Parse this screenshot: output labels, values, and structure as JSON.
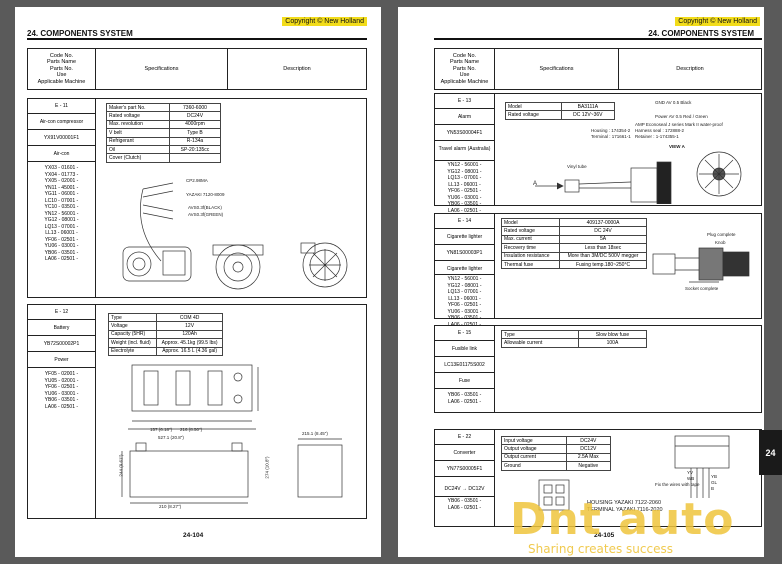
{
  "left": {
    "copyright": "Copyright © New Holland",
    "section_title": "24.  COMPONENTS SYSTEM",
    "header": {
      "code": [
        "Code No.",
        "Parts Name",
        "Parts No.",
        "Use",
        "Applicable Machine"
      ],
      "spec": "Specifications",
      "desc": "Description"
    },
    "block1": {
      "code": "E - 11",
      "name": "Air-con compressor",
      "partno": "YX91V00001F1",
      "use": "Air-con",
      "machines": [
        "YX03 - 01601 -",
        "YX04 - 01773 -",
        "YX05 - 02001 -",
        "YN11 - 45001 -",
        "YG11 - 06001 -",
        "LC10 - 07001 -",
        "YC10 - 03501 -",
        "YN12 - 56001 -",
        "YG12 - 08001 -",
        "LQ13 - 07001 -",
        "LL13 - 06001 -",
        "YF06 - 02501 -",
        "YU06 - 03001 -",
        "YB06 - 03501 -",
        "LA06 - 02501 -"
      ],
      "specs": [
        [
          "Maker's part No.",
          "7360-6000"
        ],
        [
          "Rated voltage",
          "DC24V"
        ],
        [
          "Max. revolution",
          "4000rpm"
        ],
        [
          "V belt",
          "Type B"
        ],
        [
          "Refrigerant",
          "R-134a"
        ],
        [
          "Oil",
          "SP-20:135cc"
        ],
        [
          "Cover (Clutch)",
          ""
        ]
      ],
      "diagram_labels": [
        "CP2.98MA",
        "YAZAKI 7120-8009",
        "AVS0.3f(BLACK)",
        "AVS0.3f(GREEN)"
      ]
    },
    "block2": {
      "code": "E - 12",
      "name": "Battery",
      "partno": "YB72S00002P1",
      "use": "Power",
      "machines": [
        "YF05 - 02001 -",
        "YU05 - 02001 -",
        "YF06 - 02501 -",
        "YU06 - 03001 -",
        "YB06 - 03501 -",
        "LA06 - 02501 -"
      ],
      "specs": [
        [
          "Type",
          "COM 4D"
        ],
        [
          "Voltage",
          "12V"
        ],
        [
          "Capacity (5HR)",
          "120Ah"
        ],
        [
          "Weight (incl. fluid)",
          "Approx. 45.1kg (99.5 lbs)"
        ],
        [
          "Electrolyte",
          "Approx. 16.5 L (4.36 gal)"
        ]
      ],
      "dims": [
        "157.(6.18\")",
        "216.(8.50\")",
        "527.1 (20.8\")",
        "210 (8.27\")",
        "215.1 (8.45\")",
        "244 (9.61\")",
        "274 (10.8\")"
      ]
    },
    "page_number": "24-104"
  },
  "right": {
    "copyright": "Copyright © New Holland",
    "section_title": "24.  COMPONENTS SYSTEM",
    "header": {
      "code": [
        "Code No.",
        "Parts Name",
        "Parts No.",
        "Use",
        "Applicable Machine"
      ],
      "spec": "Specifications",
      "desc": "Description"
    },
    "block1": {
      "code": "E - 13",
      "name": "Alarm",
      "partno": "YN53S00004F1",
      "use": "Travel alarm (Australia)",
      "machines": [
        "YN12 - 56001 -",
        "YG12 - 08001 -",
        "LQ13 - 07001 -",
        "LL13 - 06001 -",
        "YF06 - 02501 -",
        "YU06 - 03001 -",
        "YB06 - 03501 -",
        "LA06 - 02501 -"
      ],
      "specs": [
        [
          "Model",
          "BA3111A"
        ],
        [
          "Rated voltage",
          "DC 12V~36V"
        ]
      ],
      "notes": [
        "GND  AV 0.5 Black",
        "Power  AV 0.5 Red / Green",
        "AMP Econoseal J series  Mark II water-proof",
        "Harness seal : 172888-2",
        "Retainer : 1-174355-1",
        "Housing : 174354-2",
        "Terminal : 171661-1",
        "VIEW A",
        "Vinyl tube"
      ]
    },
    "block2": {
      "code": "E - 14",
      "name": "Cigarette lighter",
      "partno": "YN81S00003P1",
      "use": "Cigarette lighter",
      "machines": [
        "YN12 - 56001 -",
        "YG12 - 08001 -",
        "LQ13 - 07001 -",
        "LL13 - 06001 -",
        "YF06 - 02501 -",
        "YU06 - 03001 -",
        "YB06 - 03501 -",
        "LA06 - 02501 -"
      ],
      "specs": [
        [
          "Model",
          "409137-0000A"
        ],
        [
          "Rated voltage",
          "DC 24V"
        ],
        [
          "Max. current",
          "5A"
        ],
        [
          "Recovery time",
          "Less than 18sec"
        ],
        [
          "Insulation resistance",
          "More than 3M/DC 500V megger"
        ],
        [
          "Thermal fuse",
          "Fusing temp.180~250°C"
        ]
      ],
      "notes": [
        "Plug complete",
        "Knob",
        "Socket complete"
      ]
    },
    "block3": {
      "code": "E - 15",
      "name": "Fusible link",
      "partno": "LC13E01175S002",
      "use": "Fuse",
      "machines": [
        "YB06 - 03501 -",
        "LA06 - 02501 -"
      ],
      "specs": [
        [
          "Type",
          "Slow blow fuse"
        ],
        [
          "Allowable current",
          "100A"
        ]
      ]
    },
    "block4": {
      "code": "E - 22",
      "name": "Converter",
      "partno": "YN77S00005F1",
      "use": "DC24V → DC12V",
      "machines": [
        "YB06 - 03501 -",
        "LA06 - 02501 -"
      ],
      "specs": [
        [
          "Input voltage",
          "DC24V"
        ],
        [
          "Output voltage",
          "DC12V"
        ],
        [
          "Output current",
          "2.5A Max"
        ],
        [
          "Ground",
          "Negative"
        ]
      ],
      "notes": [
        "HOUSING  YAZAKI 7122-2060",
        "TERMINAL YAZAKI 7116-2020",
        "Fix the wires with tape",
        "YV",
        "WB",
        "YB",
        "GL",
        "B"
      ]
    },
    "page_number": "24-105"
  },
  "tab_label": "24",
  "watermark": {
    "main": "Dnt auto",
    "sub": "Sharing creates success"
  }
}
